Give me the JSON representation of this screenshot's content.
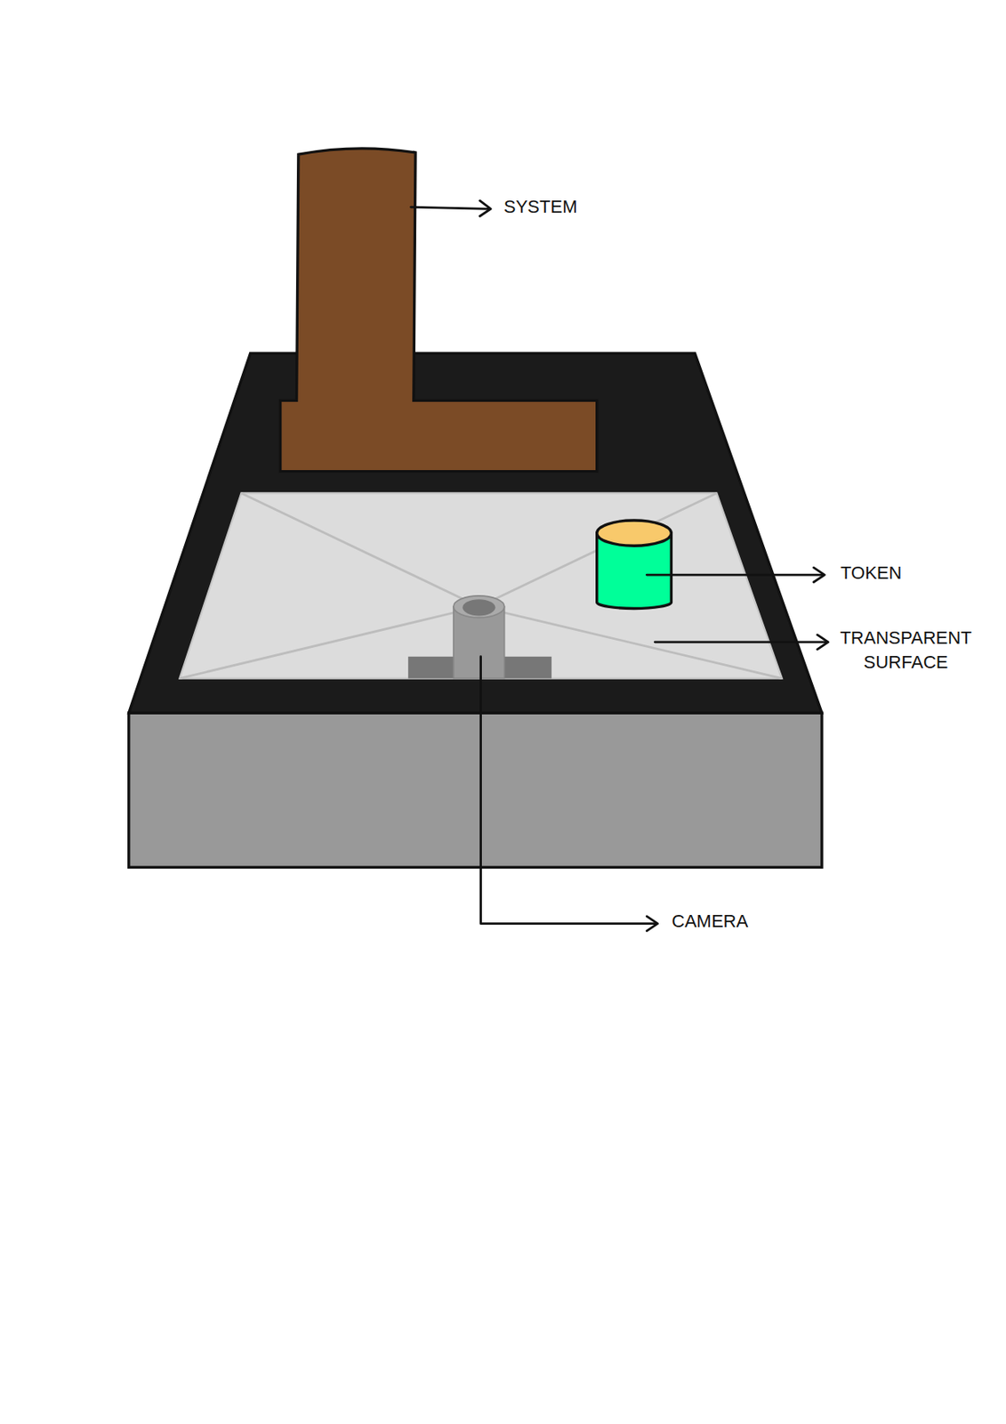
{
  "diagram": {
    "labels": [
      "SYSTEM",
      "TOKEN",
      "TRANSPARENT SURFACE",
      "CAMERA"
    ]
  }
}
